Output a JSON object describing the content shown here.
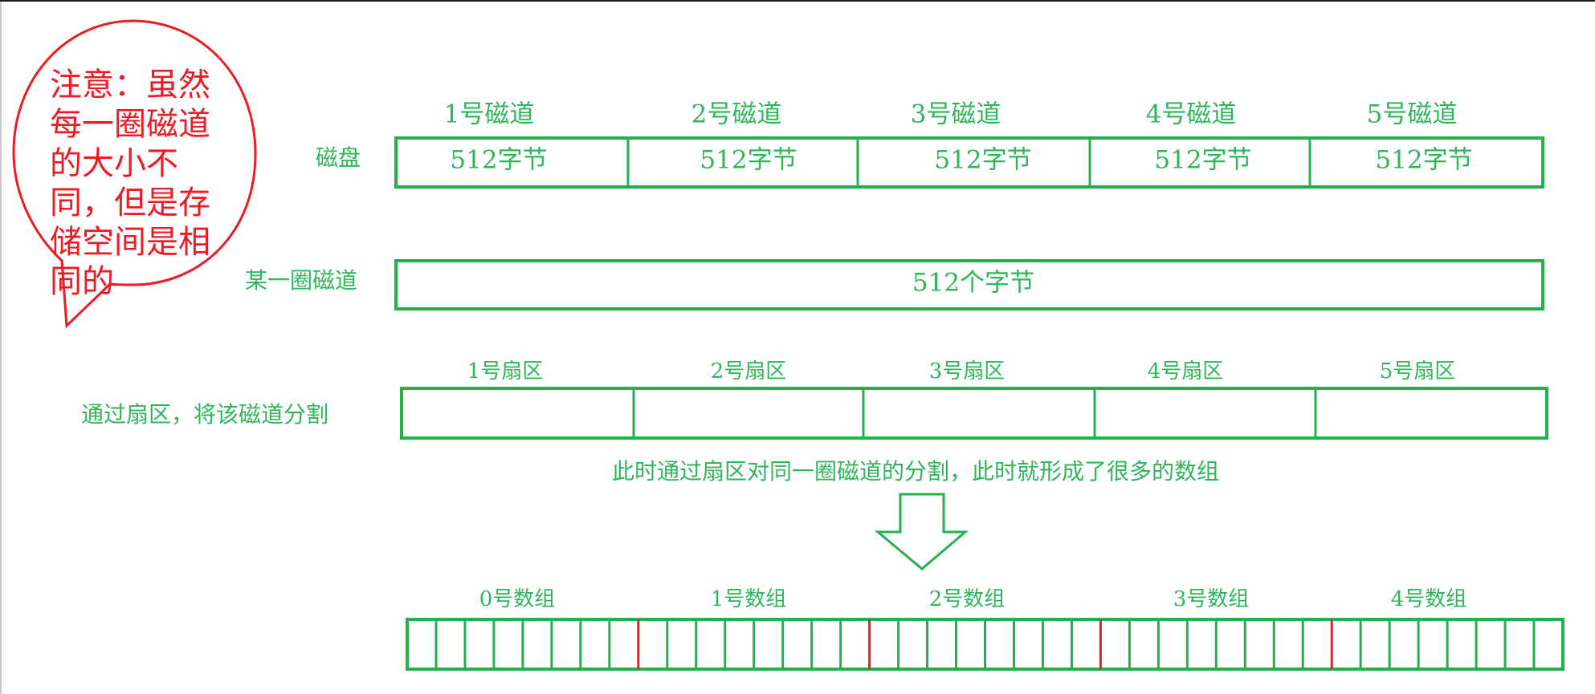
{
  "colors": {
    "green": "#22b14c",
    "text_green": "#2fb55a",
    "red": "#ed1c24"
  },
  "note_bubble": {
    "text": "注意：虽然每一圈磁道的大小不同，但是存储空间是相同的"
  },
  "disk_row": {
    "label": "磁盘",
    "tracks": [
      {
        "title": "1号磁道",
        "content": "512字节"
      },
      {
        "title": "2号磁道",
        "content": "512字节"
      },
      {
        "title": "3号磁道",
        "content": "512字节"
      },
      {
        "title": "4号磁道",
        "content": "512字节"
      },
      {
        "title": "5号磁道",
        "content": "512字节"
      }
    ]
  },
  "single_track_row": {
    "label": "某一圈磁道",
    "content": "512个字节"
  },
  "sector_row": {
    "label": "通过扇区，将该磁道分割",
    "sectors": [
      "1号扇区",
      "2号扇区",
      "3号扇区",
      "4号扇区",
      "5号扇区"
    ]
  },
  "caption": "此时通过扇区对同一圈磁道的分割，此时就形成了很多的数组",
  "arrow": {
    "icon": "down-arrow-icon"
  },
  "array_row": {
    "groups": [
      "0号数组",
      "1号数组",
      "2号数组",
      "3号数组",
      "4号数组"
    ],
    "cells_per_group": 8
  }
}
